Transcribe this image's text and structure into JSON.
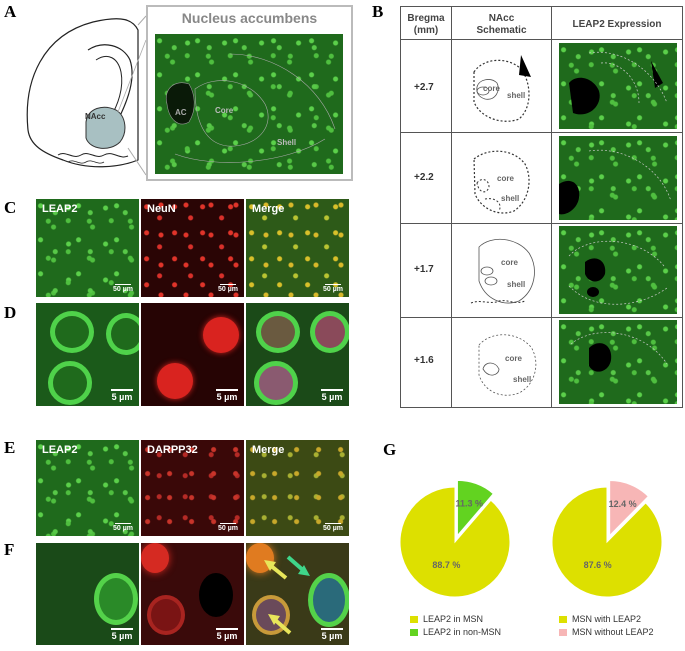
{
  "panels": {
    "a": "A",
    "b": "B",
    "c": "C",
    "d": "D",
    "e": "E",
    "f": "F",
    "g": "G"
  },
  "panel_a": {
    "title": "Nucleus accumbens",
    "label_ac": "AC",
    "label_core": "Core",
    "label_shell": "Shell",
    "label_nacc": "NAcc"
  },
  "panel_b": {
    "headers": [
      "Bregma\n(mm)",
      "NAcc\nSchematic",
      "LEAP2 Expression"
    ],
    "rows": [
      {
        "bregma": "+2.7"
      },
      {
        "bregma": "+2.2"
      },
      {
        "bregma": "+1.7"
      },
      {
        "bregma": "+1.6"
      }
    ],
    "label_core": "core",
    "label_shell": "shell"
  },
  "panel_c": {
    "channels": [
      "LEAP2",
      "NeuN",
      "Merge"
    ],
    "scale": "50 µm"
  },
  "panel_d": {
    "scale": "5 µm"
  },
  "panel_e": {
    "channels": [
      "LEAP2",
      "DARPP32",
      "Merge"
    ],
    "scale": "50 µm"
  },
  "panel_f": {
    "scale": "5 µm"
  },
  "colors": {
    "yellow": "#dde000",
    "green": "#62d320",
    "pink": "#f7b6b6",
    "arrow_yellow": "#e8e65a",
    "arrow_green": "#3fd68a"
  },
  "chart_data": [
    {
      "type": "pie",
      "labels": [
        "LEAP2 in MSN",
        "LEAP2 in non-MSN"
      ],
      "values": [
        88.7,
        11.3
      ],
      "value_labels": [
        "88.7 %",
        "11.3 %"
      ],
      "colors": [
        "#dde000",
        "#62d320"
      ],
      "exploded": [
        false,
        true
      ]
    },
    {
      "type": "pie",
      "labels": [
        "MSN with LEAP2",
        "MSN without LEAP2"
      ],
      "values": [
        87.6,
        12.4
      ],
      "value_labels": [
        "87.6 %",
        "12.4 %"
      ],
      "colors": [
        "#dde000",
        "#f7b6b6"
      ],
      "exploded": [
        false,
        true
      ]
    }
  ]
}
